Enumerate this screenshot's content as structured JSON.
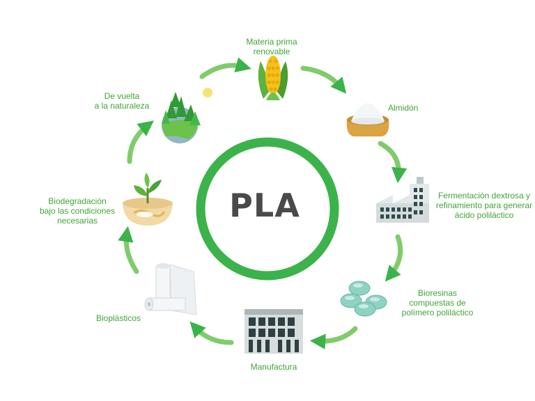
{
  "center": {
    "title": "PLA"
  },
  "steps": [
    {
      "id": "materia-prima",
      "lines": [
        "Materia prima",
        "renovable"
      ],
      "icon": "corn-icon"
    },
    {
      "id": "almidon",
      "lines": [
        "Almidón"
      ],
      "icon": "starch-sack-icon"
    },
    {
      "id": "fermentacion",
      "lines": [
        "Fermentación dextrosa y",
        "refinamiento para generar",
        "ácido poliláctico"
      ],
      "icon": "factory-icon"
    },
    {
      "id": "bioresinas",
      "lines": [
        "Bioresinas",
        "compuestas de",
        "polímero poliláctico"
      ],
      "icon": "resin-pellets-icon"
    },
    {
      "id": "manufactura",
      "lines": [
        "Manufactura"
      ],
      "icon": "manufacturing-plant-icon"
    },
    {
      "id": "bioplasticos",
      "lines": [
        "Bioplásticos"
      ],
      "icon": "plastic-rolls-icon"
    },
    {
      "id": "biodegradacion",
      "lines": [
        "Biodegradación",
        "bajo las condiciones",
        "necesarias"
      ],
      "icon": "sprouting-soil-icon"
    },
    {
      "id": "de-vuelta",
      "lines": [
        "De vuelta",
        "a la naturaleza"
      ],
      "icon": "earth-trees-icon"
    }
  ],
  "colors": {
    "accent": "#3fa535",
    "ring": "#3bb34a",
    "title": "#4a4a4a"
  }
}
